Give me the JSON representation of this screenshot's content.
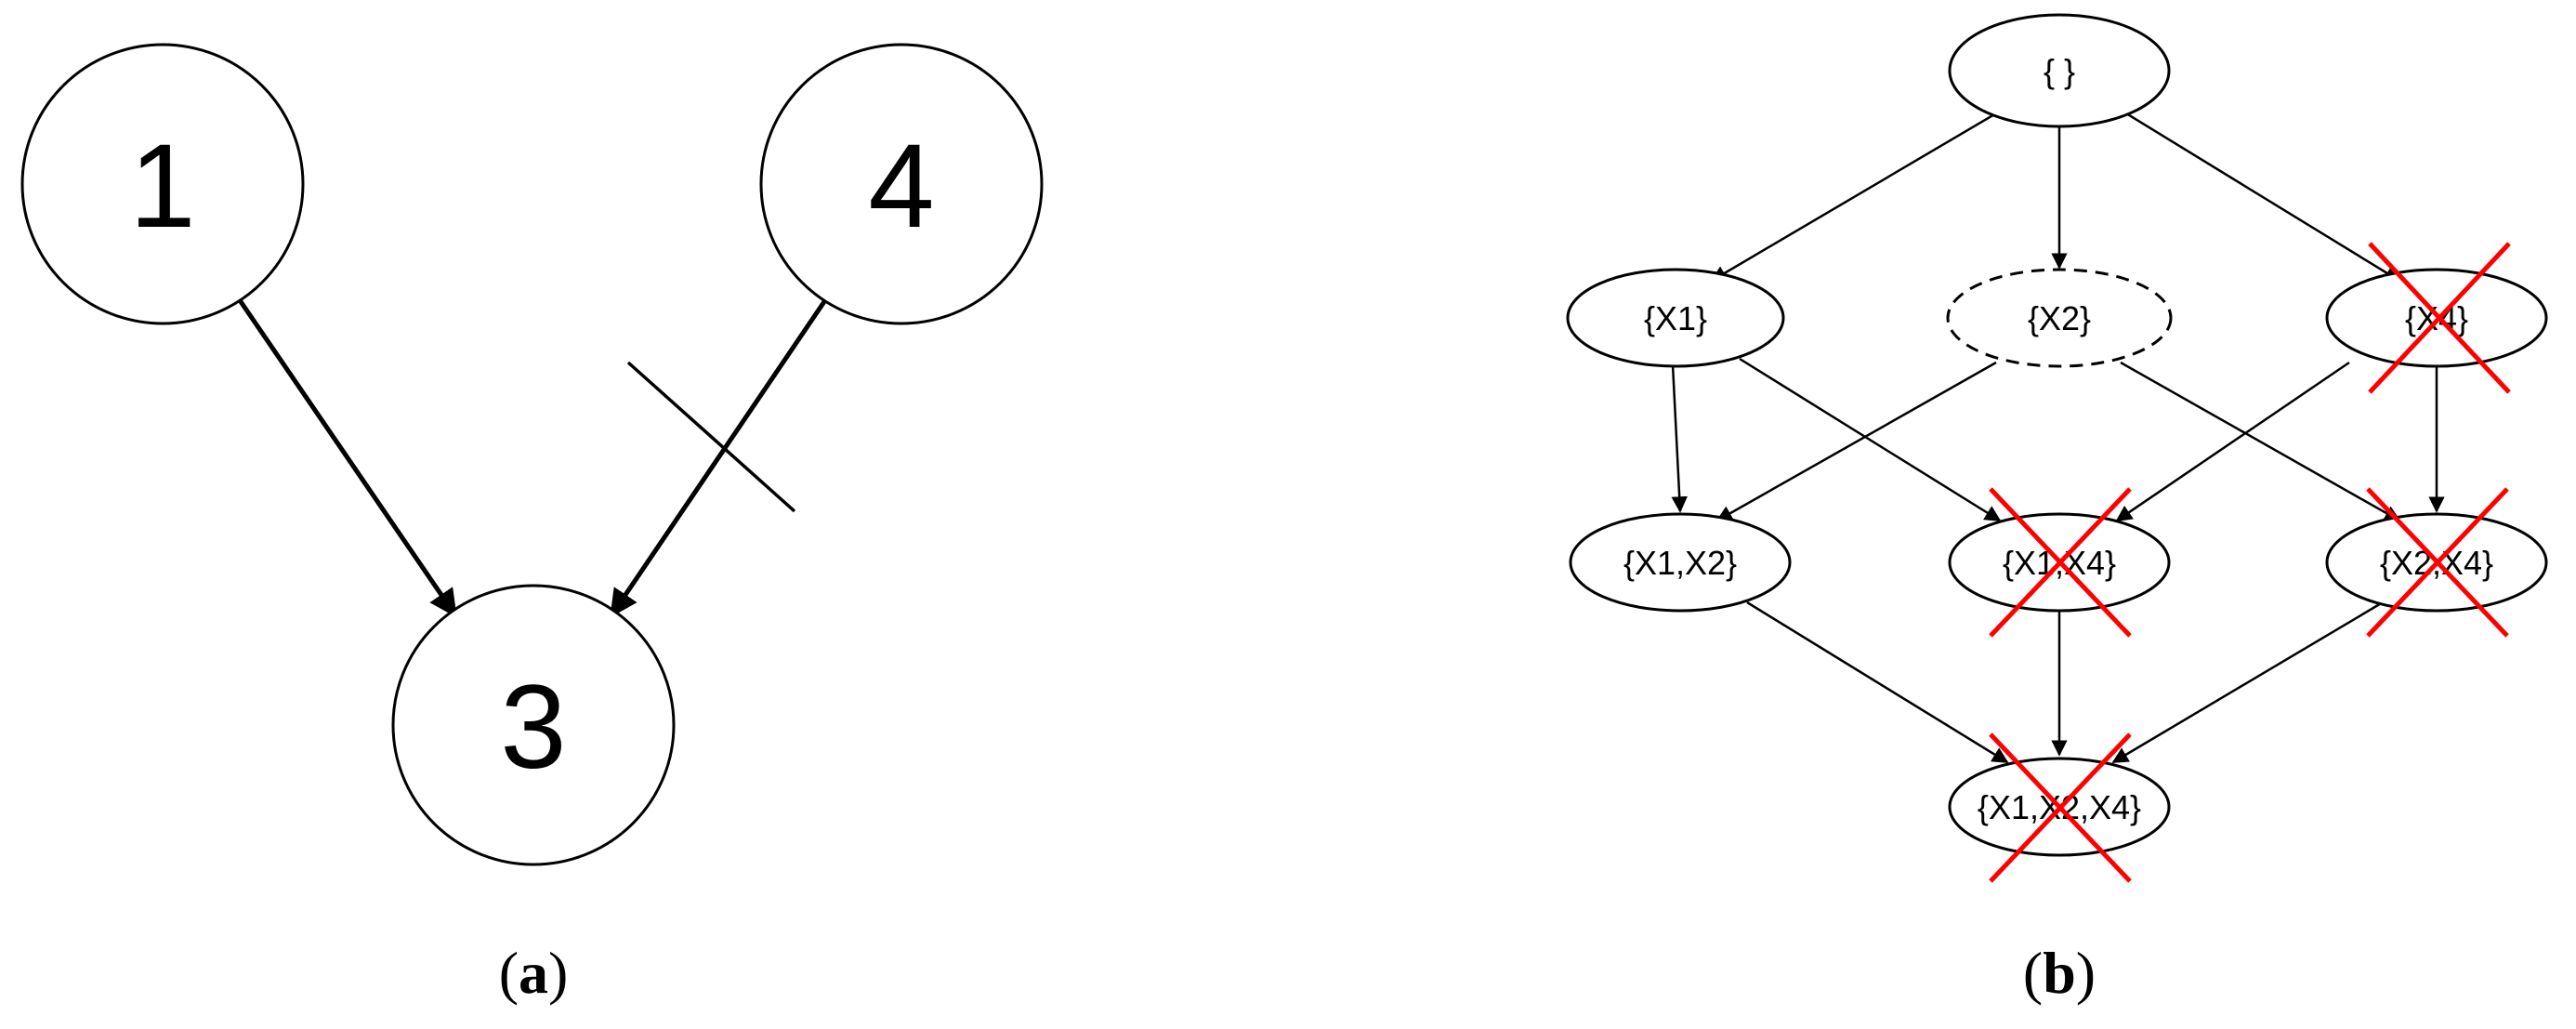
{
  "panel_a": {
    "caption_open": "(",
    "caption_letter": "a",
    "caption_close": ")",
    "nodes": [
      {
        "id": "n1",
        "label": "1"
      },
      {
        "id": "n4",
        "label": "4"
      },
      {
        "id": "n3",
        "label": "3"
      }
    ],
    "edges": [
      {
        "from": "1",
        "to": "3",
        "cut": false
      },
      {
        "from": "4",
        "to": "3",
        "cut": true
      }
    ]
  },
  "panel_b": {
    "caption_open": "(",
    "caption_letter": "b",
    "caption_close": ")",
    "nodes": [
      {
        "id": "empty",
        "label": "{ }",
        "style": "solid",
        "crossed": false
      },
      {
        "id": "x1",
        "label": "{X1}",
        "style": "solid",
        "crossed": false
      },
      {
        "id": "x2",
        "label": "{X2}",
        "style": "dashed",
        "crossed": false
      },
      {
        "id": "x4",
        "label": "{X4}",
        "style": "solid",
        "crossed": true
      },
      {
        "id": "x1x2",
        "label": "{X1,X2}",
        "style": "solid",
        "crossed": false
      },
      {
        "id": "x1x4",
        "label": "{X1,X4}",
        "style": "solid",
        "crossed": true
      },
      {
        "id": "x2x4",
        "label": "{X2,X4}",
        "style": "solid",
        "crossed": true
      },
      {
        "id": "x1x2x4",
        "label": "{X1,X2,X4}",
        "style": "solid",
        "crossed": true
      }
    ],
    "edges": [
      {
        "from": "{ }",
        "to": "{X1}"
      },
      {
        "from": "{ }",
        "to": "{X2}"
      },
      {
        "from": "{ }",
        "to": "{X4}"
      },
      {
        "from": "{X1}",
        "to": "{X1,X2}"
      },
      {
        "from": "{X1}",
        "to": "{X1,X4}"
      },
      {
        "from": "{X2}",
        "to": "{X1,X2}"
      },
      {
        "from": "{X2}",
        "to": "{X2,X4}"
      },
      {
        "from": "{X4}",
        "to": "{X1,X4}"
      },
      {
        "from": "{X4}",
        "to": "{X2,X4}"
      },
      {
        "from": "{X1,X2}",
        "to": "{X1,X2,X4}"
      },
      {
        "from": "{X1,X4}",
        "to": "{X1,X2,X4}"
      },
      {
        "from": "{X2,X4}",
        "to": "{X1,X2,X4}"
      }
    ],
    "cross_color": "#ff0000"
  }
}
